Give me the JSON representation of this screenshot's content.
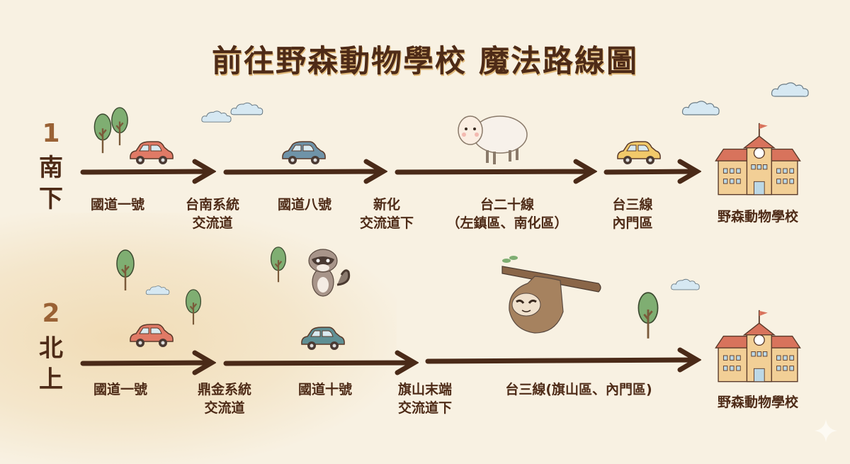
{
  "title": "前往野森動物學校 魔法路線圖",
  "colors": {
    "background": "#f8f1e2",
    "text": "#4e2b17",
    "route_number": "#9a6235",
    "arrow": "#4a2a18",
    "car_red": "#e07a66",
    "car_blue": "#6f93a8",
    "car_teal": "#5f8f94",
    "car_yellow": "#f1c96a",
    "tree": "#7fae72",
    "school_wall": "#f2cf96",
    "school_roof": "#d8735c"
  },
  "routes": [
    {
      "number": "1",
      "direction": [
        "南",
        "下"
      ],
      "steps": [
        {
          "label": [
            "國道一號"
          ],
          "icon": "red-car"
        },
        {
          "label": [
            "台南系統",
            "交流道"
          ]
        },
        {
          "label": [
            "國道八號"
          ],
          "icon": "blue-car"
        },
        {
          "label": [
            "新化",
            "交流道下"
          ]
        },
        {
          "label": [
            "台二十線",
            "（左鎮區、南化區）"
          ],
          "icon": "sheep"
        },
        {
          "label": [
            "台三線",
            "內門區"
          ],
          "icon": "yellow-car"
        },
        {
          "label": [
            "野森動物學校"
          ],
          "icon": "school"
        }
      ]
    },
    {
      "number": "2",
      "direction": [
        "北",
        "上"
      ],
      "steps": [
        {
          "label": [
            "國道一號"
          ],
          "icon": "red-car"
        },
        {
          "label": [
            "鼎金系統",
            "交流道"
          ]
        },
        {
          "label": [
            "國道十號"
          ],
          "icon": "teal-car"
        },
        {
          "label": [
            "旗山末端",
            "交流道下"
          ]
        },
        {
          "label": [
            "台三線(旗山區、內門區)"
          ],
          "icon": "sloth"
        },
        {
          "label": [
            "野森動物學校"
          ],
          "icon": "school"
        }
      ]
    }
  ]
}
